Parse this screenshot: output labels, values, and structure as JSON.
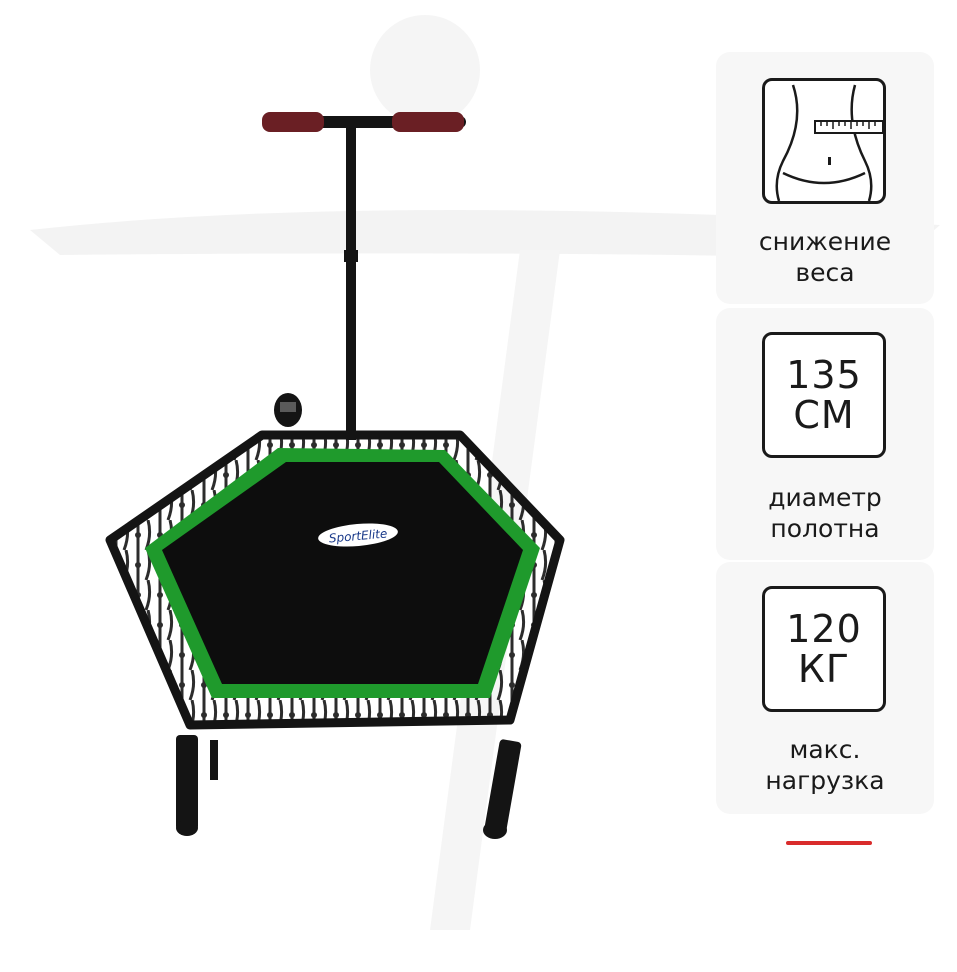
{
  "product": {
    "brand_logo_text": "SportElite",
    "colors": {
      "mat": "#0d0d0d",
      "border": "#1f9a2c",
      "frame": "#141414",
      "grip": "#6a1f24"
    }
  },
  "features": [
    {
      "icon": "waist-measuring-tape-icon",
      "value_line1": "",
      "value_line2": "",
      "caption_line1": "снижение",
      "caption_line2": "веса"
    },
    {
      "icon": "",
      "value_line1": "135",
      "value_line2": "СМ",
      "caption_line1": "диаметр",
      "caption_line2": "полотна"
    },
    {
      "icon": "",
      "value_line1": "120",
      "value_line2": "КГ",
      "caption_line1": "макс.",
      "caption_line2": "нагрузка"
    }
  ],
  "accent_color": "#d92b2b"
}
